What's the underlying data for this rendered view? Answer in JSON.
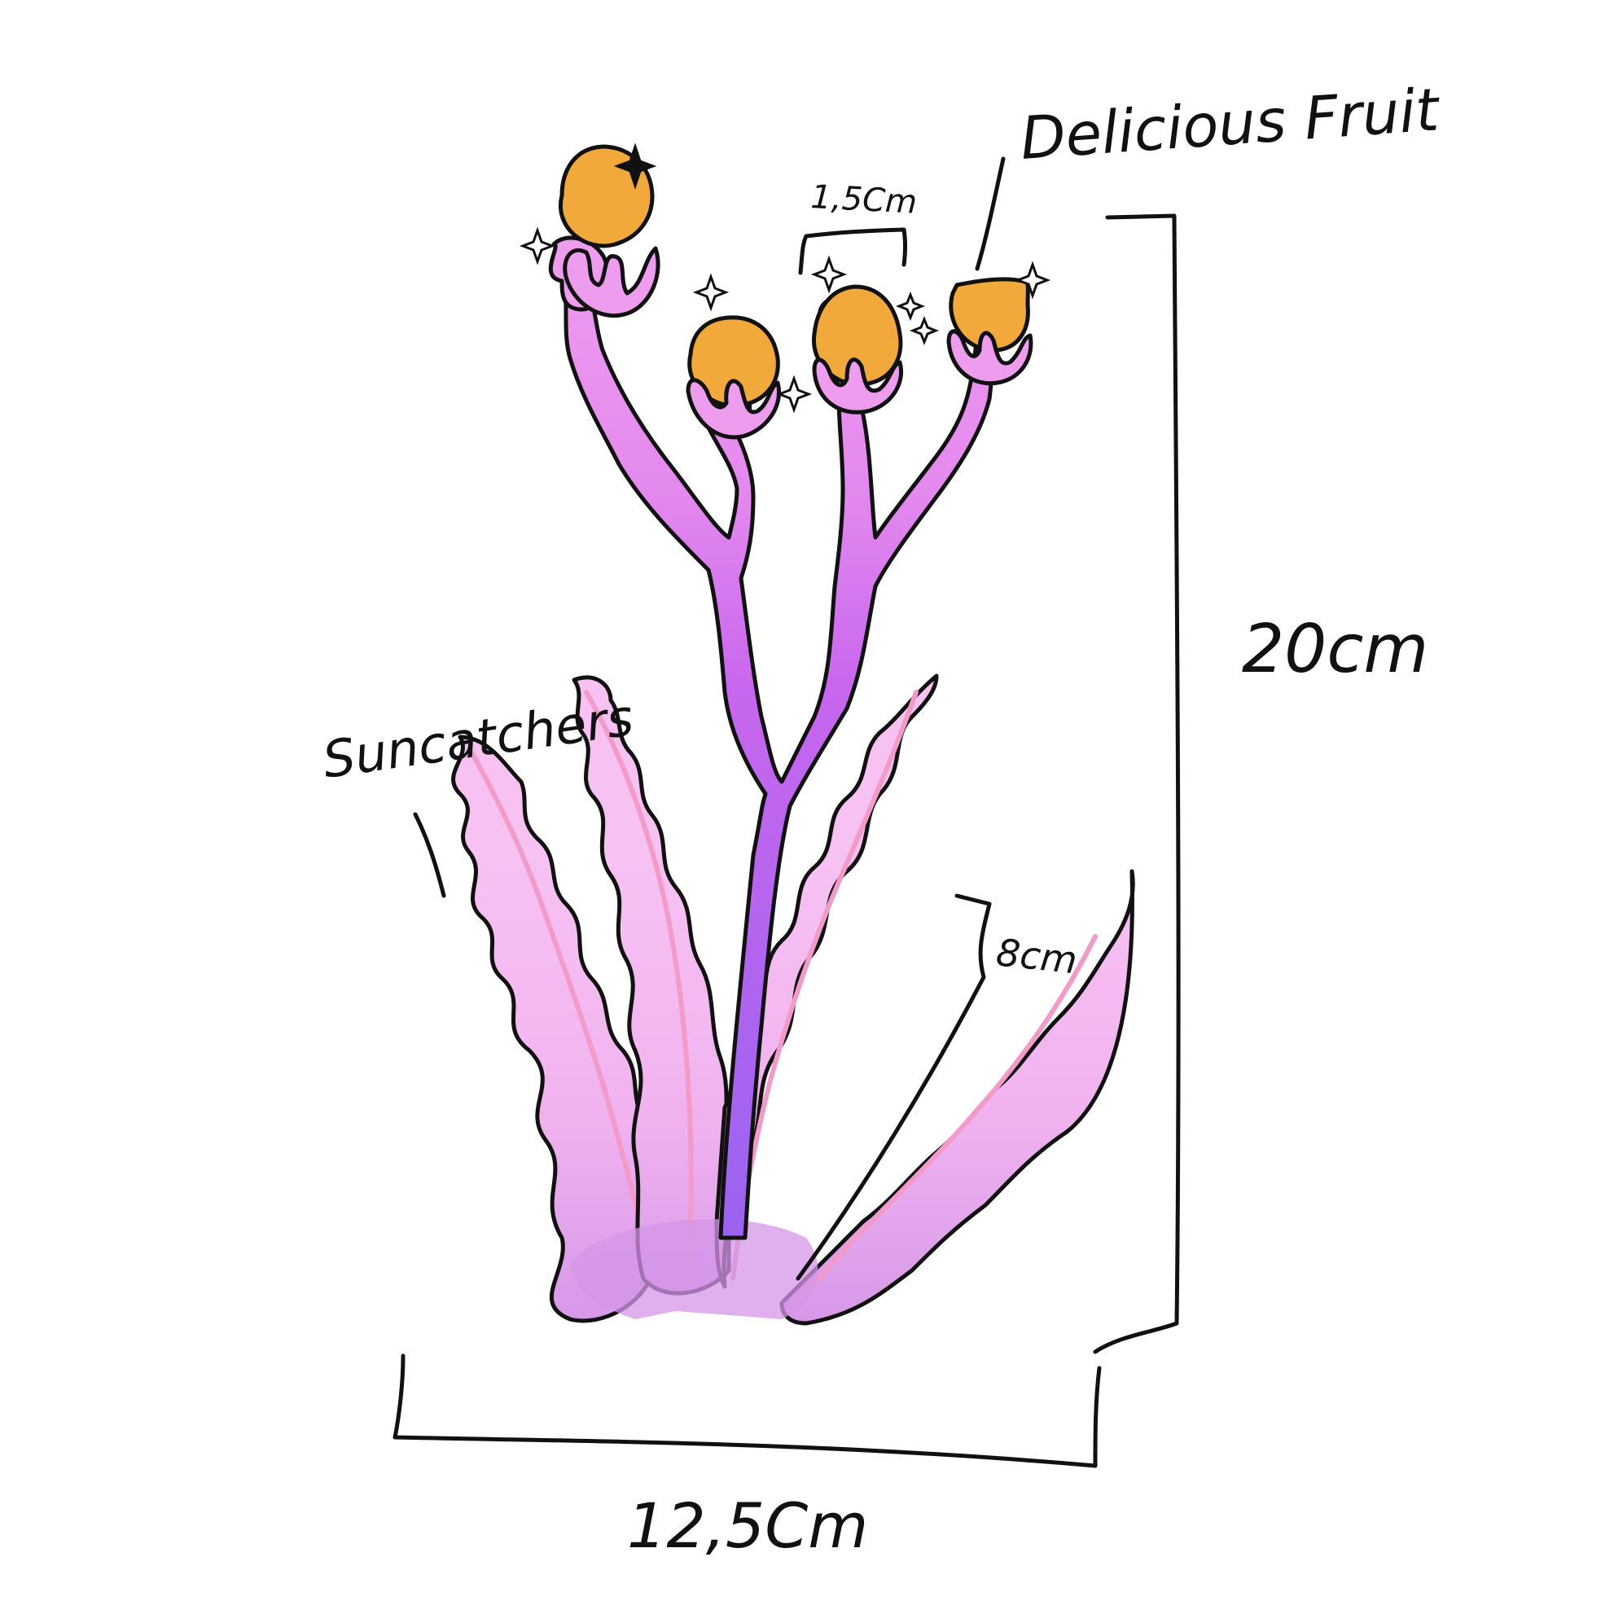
{
  "labels": {
    "fruit": "Delicious Fruit",
    "leaves": "Suncatchers",
    "height": "20cm",
    "width": "12,5Cm",
    "fruit_spacing": "1,5Cm",
    "leaf_length": "8cm"
  },
  "colors": {
    "fruit": "#F2A93B",
    "fruit_dark": "#E39A2A",
    "stem_top": "#EE9CEE",
    "stem_mid": "#C766EE",
    "stem_bottom": "#9A63F0",
    "leaf_light": "#F7C2F2",
    "leaf_mid": "#E7A4EC",
    "leaf_base": "#D596E8",
    "leaf_vein": "#F29AC8",
    "ink": "#111111"
  }
}
